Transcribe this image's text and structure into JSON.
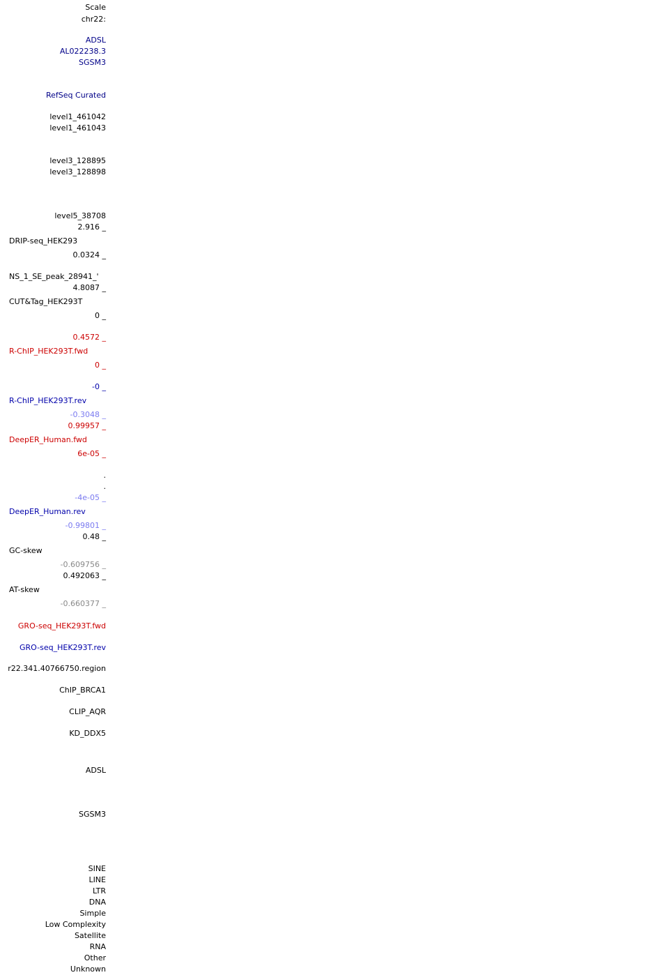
{
  "ruler": {
    "scale_label": "Scale",
    "chrom_label": "chr22:"
  },
  "gene_track": {
    "genes": [
      "ADSL",
      "AL022238.3",
      "SGSM3"
    ]
  },
  "refseq_track": {
    "label": "RefSeq Curated"
  },
  "level1_track": {
    "items": [
      "level1_461042",
      "level1_461043"
    ]
  },
  "level3_track": {
    "items": [
      "level3_128895",
      "level3_128898"
    ]
  },
  "level5_track": {
    "item": "level5_38708"
  },
  "drip_track": {
    "max": "2.916 _",
    "label": "DRIP-seq_HEK293",
    "min": "0.0324 _"
  },
  "peak_track": {
    "label": "'_NS_1_SE_peak_28941"
  },
  "cuttag_track": {
    "max": "4.8087 _",
    "label": "CUT&Tag_HEK293T",
    "min": "0 _"
  },
  "rchip_fwd_track": {
    "max": "0.4572 _",
    "label": "R-ChIP_HEK293T.fwd",
    "min": "0 _"
  },
  "rchip_rev_track": {
    "max": "-0 _",
    "label": "R-ChIP_HEK293T.rev",
    "min": "-0.3048 _"
  },
  "deeper_fwd_track": {
    "max": "0.99957 _",
    "label": "DeepER_Human.fwd",
    "min": "6e-05 _"
  },
  "dots": [
    ".",
    "."
  ],
  "deeper_rev_track": {
    "max": "-4e-05 _",
    "label": "DeepER_Human.rev",
    "min": "-0.99801 _"
  },
  "gc_skew_track": {
    "max": "0.48 _",
    "label": "GC-skew",
    "min": "-0.609756 _"
  },
  "at_skew_track": {
    "max": "0.492063 _",
    "label": "AT-skew",
    "min": "-0.660377 _"
  },
  "gro_fwd_track": {
    "label": "GRO-seq_HEK293T.fwd"
  },
  "gro_rev_track": {
    "label": "GRO-seq_HEK293T.rev"
  },
  "region_track": {
    "label": "r22.341.40766750.region"
  },
  "chip_brca1_track": {
    "label": "ChIP_BRCA1"
  },
  "clip_aqr_track": {
    "label": "CLIP_AQR"
  },
  "kd_ddx5_track": {
    "label": "KD_DDX5"
  },
  "gene_labels": {
    "adsl": "ADSL",
    "sgsm3": "SGSM3"
  },
  "repeatmasker": {
    "classes": [
      "SINE",
      "LINE",
      "LTR",
      "DNA",
      "Simple",
      "Low Complexity",
      "Satellite",
      "RNA",
      "Other",
      "Unknown"
    ]
  },
  "colors": {
    "gene_blue": "#000088",
    "forward_red": "#cc0000",
    "reverse_blue": "#0000aa",
    "reverse_min_lightblue": "#7a7af0",
    "skew_min_gray": "#888888"
  }
}
